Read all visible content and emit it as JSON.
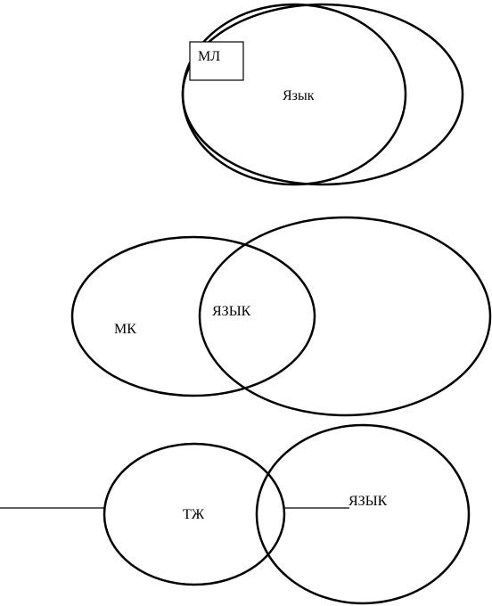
{
  "diagram_1": {
    "box_label": "МЛ",
    "inner_label": "Язык"
  },
  "diagram_2": {
    "left_label": "МК",
    "overlap_label": "ЯЗЫК"
  },
  "diagram_3": {
    "left_label": "ТЖ",
    "right_label": "ЯЗЫК"
  },
  "colors": {
    "stroke": "#000000",
    "background": "#ffffff"
  }
}
